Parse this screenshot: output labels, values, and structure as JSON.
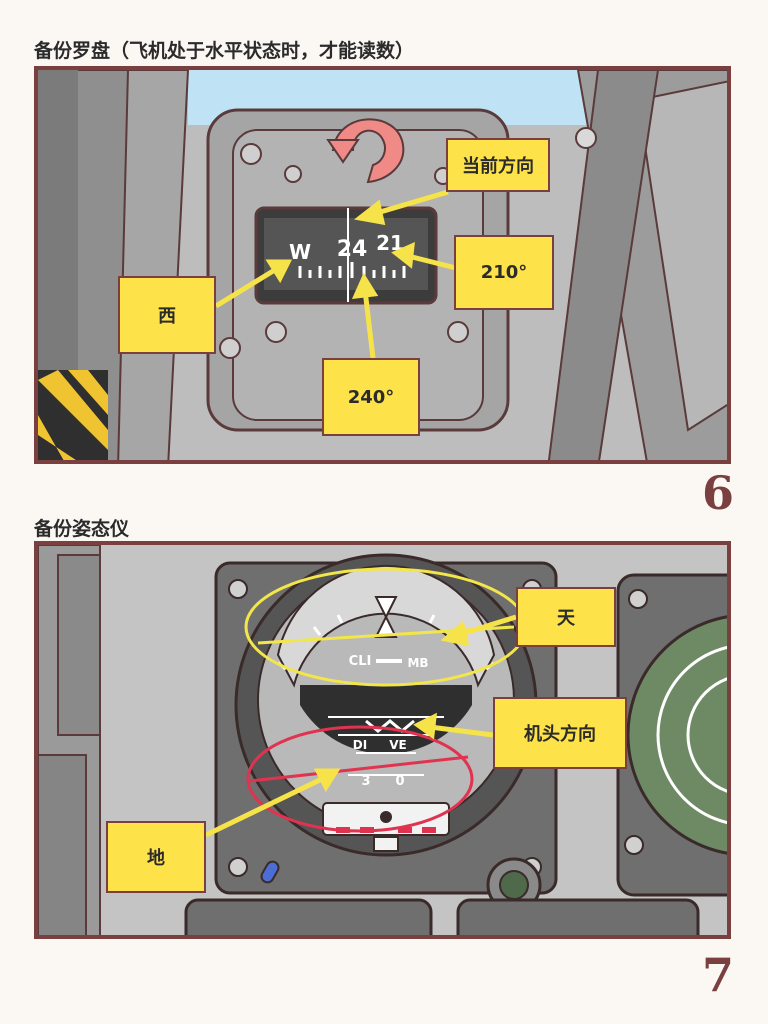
{
  "section1": {
    "title": "备份罗盘（飞机处于水平状态时，才能读数）",
    "page_number": "6",
    "labels": {
      "current_heading": "当前方向",
      "west": "西",
      "deg_210": "210°",
      "deg_240": "240°"
    },
    "compass_marks": {
      "w": "W",
      "n24": "24",
      "n21": "21"
    }
  },
  "section2": {
    "title": "备份姿态仪",
    "page_number": "7",
    "labels": {
      "sky": "天",
      "nose_direction": "机头方向",
      "ground": "地"
    },
    "instrument_text": {
      "cli": "CLI",
      "mb": "MB",
      "di": "DI",
      "ve": "VE",
      "three": "3",
      "zero": "0"
    }
  },
  "colors": {
    "frame": "#7a3f3f",
    "callout": "#fde24a",
    "arrow": "#f6e34a",
    "sky_ellipse": "#f2e64a",
    "ground_ellipse": "#e0334f"
  }
}
